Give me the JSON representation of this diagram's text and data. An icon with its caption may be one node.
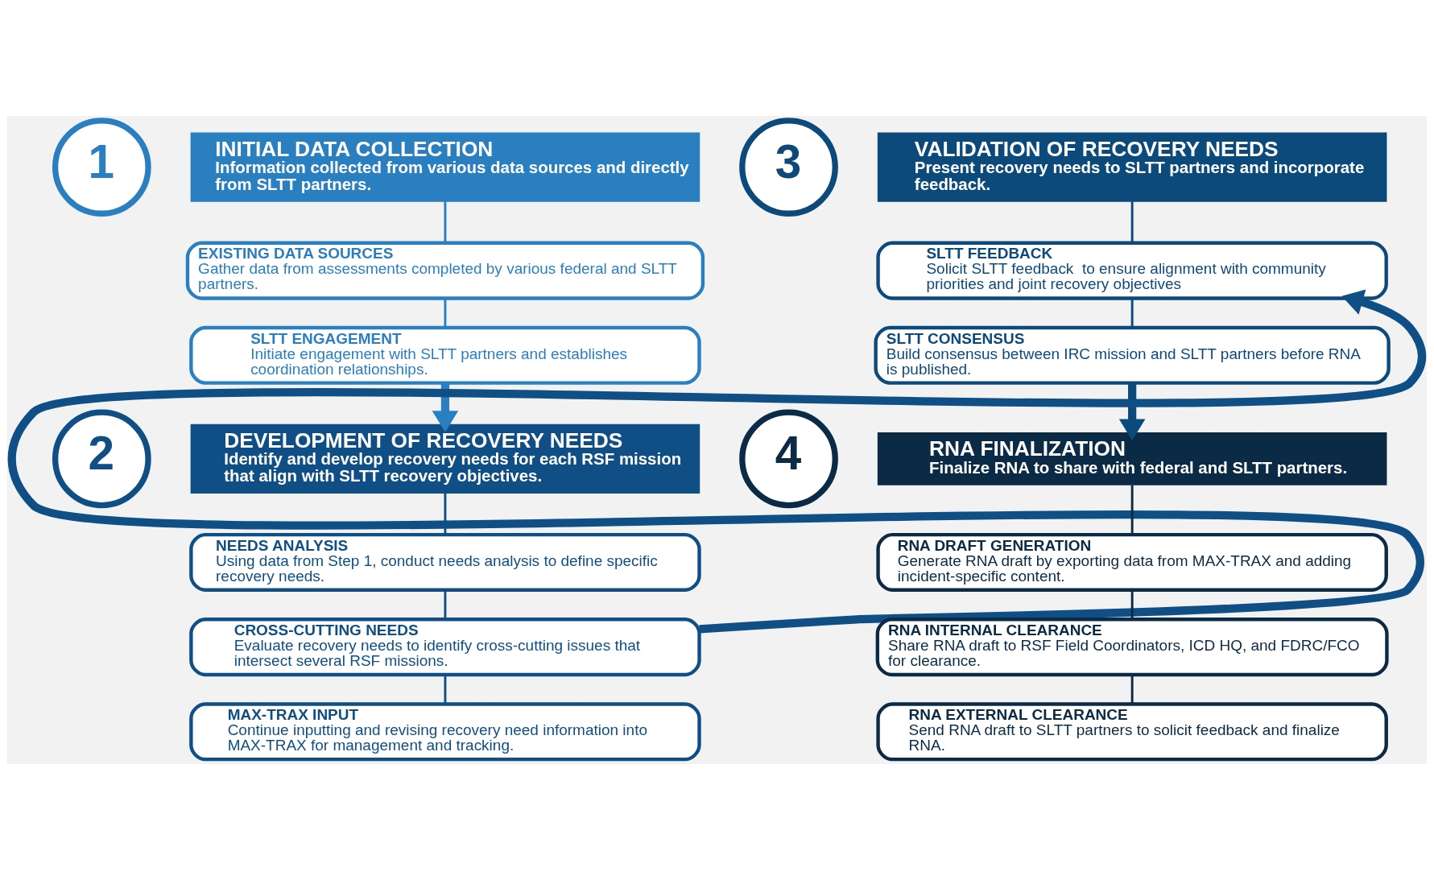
{
  "diagram": {
    "nodes": [
      {
        "text": [
          "1"
        ]
      },
      {
        "text": [
          "INITIAL DATA COLLECTION",
          "Information collected from various data sources and directly from SLTT partners."
        ]
      },
      {
        "text": [
          "EXISTING DATA SOURCES",
          "Gather data from assessments completed by various federal and SLTT partners."
        ]
      },
      {
        "text": [
          "SLTT ENGAGEMENT",
          "Initiate engagement with SLTT partners and establishes coordination relationships."
        ]
      },
      {
        "text": [
          "3"
        ]
      },
      {
        "text": [
          "VALIDATION OF RECOVERY NEEDS",
          "Present recovery needs to SLTT partners and incorporate feedback."
        ]
      },
      {
        "text": [
          "SLTT FEEDBACK",
          "Solicit SLTT feedback  to ensure alignment with community priorities and joint recovery objectives"
        ]
      },
      {
        "text": [
          "SLTT CONSENSUS",
          "Build consensus between IRC mission and SLTT partners before RNA is published."
        ]
      },
      {
        "text": [
          "2"
        ]
      },
      {
        "text": [
          "DEVELOPMENT OF RECOVERY NEEDS",
          "Identify and develop recovery needs for each RSF mission that align with SLTT recovery objectives."
        ]
      },
      {
        "text": [
          "NEEDS ANALYSIS",
          "Using data from Step 1, conduct needs analysis to define specific recovery needs."
        ]
      },
      {
        "text": [
          "CROSS-CUTTING NEEDS",
          "Evaluate recovery needs to identify cross-cutting issues that intersect several RSF missions."
        ]
      },
      {
        "text": [
          "MAX-TRAX INPUT",
          "Continue inputting and revising recovery need information into MAX-TRAX for management and tracking."
        ]
      },
      {
        "text": [
          "4"
        ]
      },
      {
        "text": [
          "RNA FINALIZATION",
          "Finalize RNA to share with federal and SLTT partners."
        ]
      },
      {
        "text": [
          "RNA DRAFT GENERATION",
          "Generate RNA draft by exporting data from MAX-TRAX and adding incident-specific content."
        ]
      },
      {
        "text": [
          "RNA INTERNAL CLEARANCE",
          "Share RNA draft to RSF Field Coordinators, ICD HQ, and FDRC/FCO for clearance."
        ]
      },
      {
        "text": [
          "RNA EXTERNAL CLEARANCE",
          "Send RNA draft to SLTT partners to solicit feedback and finalize RNA."
        ]
      }
    ],
    "edges": [
      {
        "from": 1,
        "to": 2,
        "arrow": "none"
      },
      {
        "from": 2,
        "to": 3,
        "arrow": "none"
      },
      {
        "from": 3,
        "to": 9,
        "arrow": "to",
        "style": "thick"
      },
      {
        "from": 5,
        "to": 6,
        "arrow": "none"
      },
      {
        "from": 6,
        "to": 7,
        "arrow": "none"
      },
      {
        "from": 7,
        "to": 14,
        "arrow": "to",
        "style": "thick"
      },
      {
        "from": 9,
        "to": 10,
        "arrow": "none"
      },
      {
        "from": 10,
        "to": 11,
        "arrow": "none"
      },
      {
        "from": 11,
        "to": 12,
        "arrow": "none"
      },
      {
        "from": 11,
        "to": 6,
        "arrow": "to",
        "style": "thick"
      },
      {
        "from": 14,
        "to": 15,
        "arrow": "none"
      },
      {
        "from": 15,
        "to": 16,
        "arrow": "none"
      },
      {
        "from": 16,
        "to": 17,
        "arrow": "none"
      }
    ]
  }
}
